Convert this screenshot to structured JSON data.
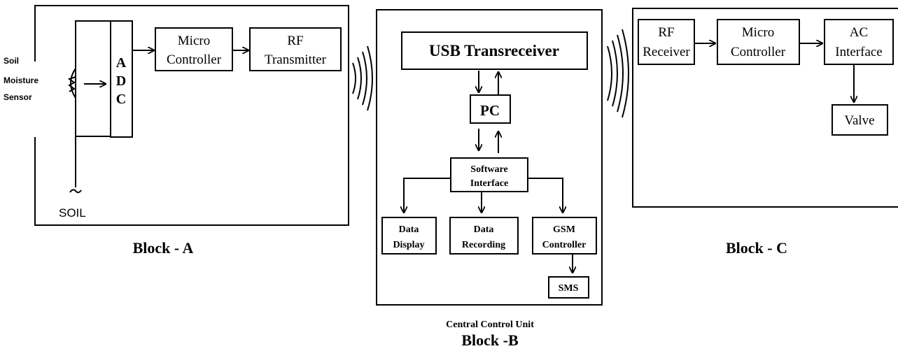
{
  "block_a": {
    "sensor_label_line1": "Soil",
    "sensor_label_line2": "Moisture",
    "sensor_label_line3": "Sensor",
    "adc_line1": "A",
    "adc_line2": "D",
    "adc_line3": "C",
    "micro_line1": "Micro",
    "micro_line2": "Controller",
    "rf_tx_line1": "RF",
    "rf_tx_line2": "Transmitter",
    "soil_label": "SOIL",
    "title": "Block - A"
  },
  "block_b": {
    "usb_label": "USB Transreceiver",
    "pc_label": "PC",
    "software_line1": "Software",
    "software_line2": "Interface",
    "display_line1": "Data",
    "display_line2": "Display",
    "recording_line1": "Data",
    "recording_line2": "Recording",
    "gsm_line1": "GSM",
    "gsm_line2": "Controller",
    "sms_label": "SMS",
    "caption": "Central Control Unit",
    "title": "Block -B"
  },
  "block_c": {
    "rf_rx_line1": "RF",
    "rf_rx_line2": "Receiver",
    "micro_line1": "Micro",
    "micro_line2": "Controller",
    "ac_line1": "AC",
    "ac_line2": "Interface",
    "valve_label": "Valve",
    "title": "Block - C"
  }
}
